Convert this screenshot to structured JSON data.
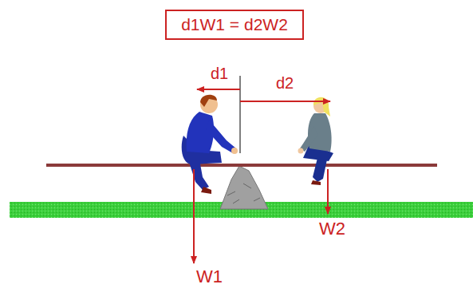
{
  "diagram": {
    "nodes": [
      {
        "text": [
          "d1W1 = d2W2"
        ]
      }
    ],
    "labels": [
      "d1",
      "d2",
      "W1",
      "W2"
    ]
  }
}
